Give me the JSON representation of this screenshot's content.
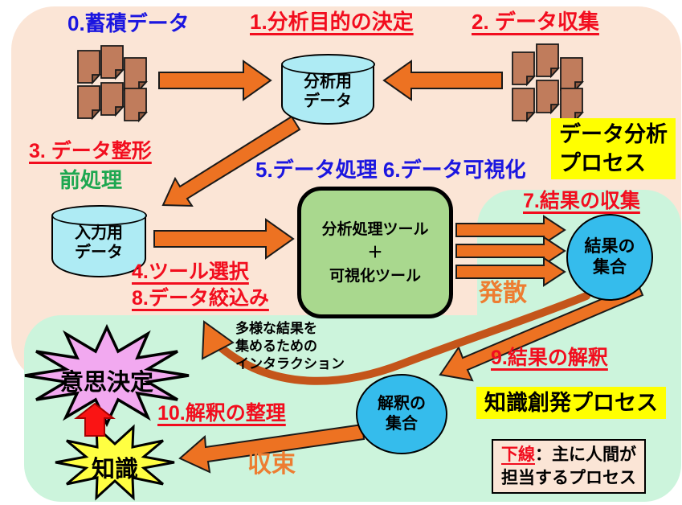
{
  "palette": {
    "peach_bg": "#FBE5D6",
    "mint_bg": "#CCF4DC",
    "arrow_orange": "#ED7222",
    "swoosh_brown": "#C4551A",
    "cylinder_cyan": "#AEEBF4",
    "toolbox_green": "#A9D88E",
    "circle_blue": "#35BCEC",
    "star_pink": "#F2A9F0",
    "star_yellow": "#FFFF42",
    "red_arrow": "#FA1414",
    "doc_brown": "#C07C5C",
    "highlight_yellow": "#FFFF00",
    "text_red": "#f20d1e",
    "text_blue": "#1b16e0",
    "text_green": "#1ea750",
    "text_orange": "#ED7D31"
  },
  "steps": {
    "s0": "0.蓄積データ",
    "s1": "1.分析目的の決定",
    "s2": "2. データ収集",
    "s3": "3. データ整形",
    "pre": "前処理",
    "s56": "5.データ処理 6.データ可視化",
    "s4": "4.ツール選択",
    "s8": "8.データ絞込み",
    "s7": "7.結果の収集",
    "s9": "9.結果の解釈",
    "s10": "10.解釈の整理",
    "diverge": "発散",
    "converge": "収束"
  },
  "interaction": {
    "l1": "多様な結果を",
    "l2": "集めるための",
    "l3": "インタラクション"
  },
  "nodes": {
    "analysis_data": {
      "l1": "分析用",
      "l2": "データ"
    },
    "input_data": {
      "l1": "入力用",
      "l2": "データ"
    },
    "tools": {
      "l1": "分析処理ツール",
      "l2": "＋",
      "l3": "可視化ツール"
    },
    "result_set": {
      "l1": "結果の",
      "l2": "集合"
    },
    "interp_set": {
      "l1": "解釈の",
      "l2": "集合"
    },
    "decision": "意思決定",
    "knowledge": "知識"
  },
  "tags": {
    "data_analysis": {
      "l1": "データ分析",
      "l2": "プロセス"
    },
    "knowledge_creation": "知識創発プロセス"
  },
  "note": {
    "keyword": "下線",
    "rest": "：主に人間が",
    "line2": "担当するプロセス"
  }
}
